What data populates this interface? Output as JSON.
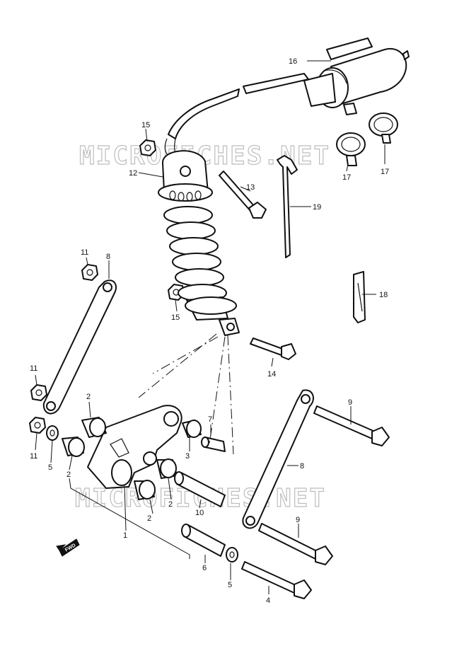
{
  "watermark": {
    "text": "MICROFICHES.NET",
    "color": "#bdbdbd"
  },
  "direction_tag": {
    "text": "FWD"
  },
  "callouts": {
    "c1": "1",
    "c2a": "2",
    "c2b": "2",
    "c2c": "2",
    "c2d": "2",
    "c3": "3",
    "c4": "4",
    "c5a": "5",
    "c5b": "5",
    "c6": "6",
    "c7": "7",
    "c8a": "8",
    "c8b": "8",
    "c9a": "9",
    "c9b": "9",
    "c10": "10",
    "c11a": "11",
    "c11b": "11",
    "c11c": "11",
    "c12": "12",
    "c13": "13",
    "c14": "14",
    "c15a": "15",
    "c15b": "15",
    "c16": "16",
    "c17a": "17",
    "c17b": "17",
    "c18": "18",
    "c19": "19"
  }
}
